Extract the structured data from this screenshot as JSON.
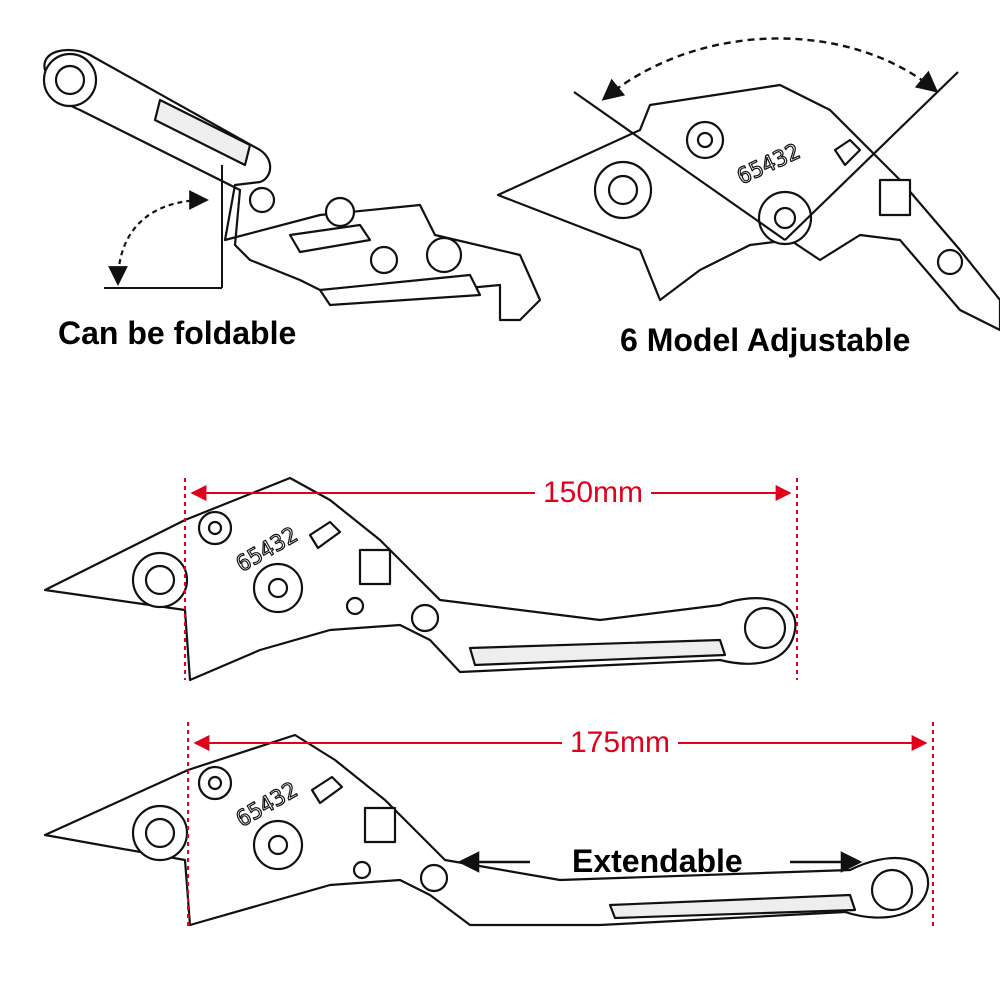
{
  "captions": {
    "foldable": "Can be foldable",
    "adjustable": "6 Model Adjustable",
    "extendable": "Extendable"
  },
  "dimensions": {
    "short_length": "150mm",
    "long_length": "175mm"
  },
  "engraving": "65432",
  "colors": {
    "line_art": "#111111",
    "dimension": "#e0001b",
    "background": "#ffffff"
  }
}
